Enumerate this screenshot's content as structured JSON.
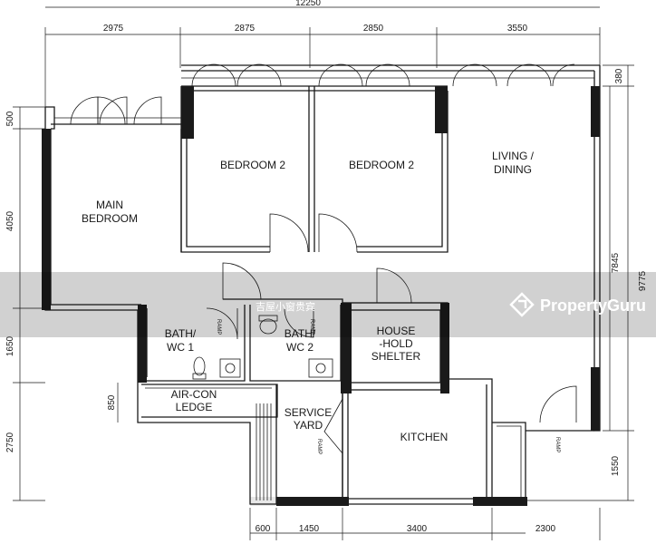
{
  "dimensions": {
    "overall_width": "12250",
    "top": [
      "2975",
      "2875",
      "2850",
      "3550"
    ],
    "top_right_offset": "380",
    "bottom": [
      "600",
      "1450",
      "3400",
      "2300"
    ],
    "left": [
      "500",
      "4050",
      "1650",
      "850",
      "2750"
    ],
    "right_inner": "7845",
    "right_outer": "9775",
    "right_bottom": "1550"
  },
  "rooms": {
    "main_bedroom": [
      "MAIN",
      "BEDROOM"
    ],
    "bedroom_2a": "BEDROOM 2",
    "bedroom_2b": "BEDROOM 2",
    "living_dining": [
      "LIVING /",
      "DINING"
    ],
    "bath_wc1": [
      "BATH/",
      "WC 1"
    ],
    "bath_wc2": [
      "BATH/",
      "WC 2"
    ],
    "household_shelter": [
      "HOUSE",
      "-HOLD",
      "SHELTER"
    ],
    "aircon_ledge": [
      "AIR-CON",
      "LEDGE"
    ],
    "service_yard": [
      "SERVICE",
      "YARD"
    ],
    "kitchen": "KITCHEN"
  },
  "ramp_label": "RAMP",
  "watermark": {
    "brand": "PropertyGuru",
    "overlay_text": "吉屋小窗贵宾"
  },
  "colors": {
    "line": "#1a1a1a",
    "watermark_band": "#000000"
  }
}
